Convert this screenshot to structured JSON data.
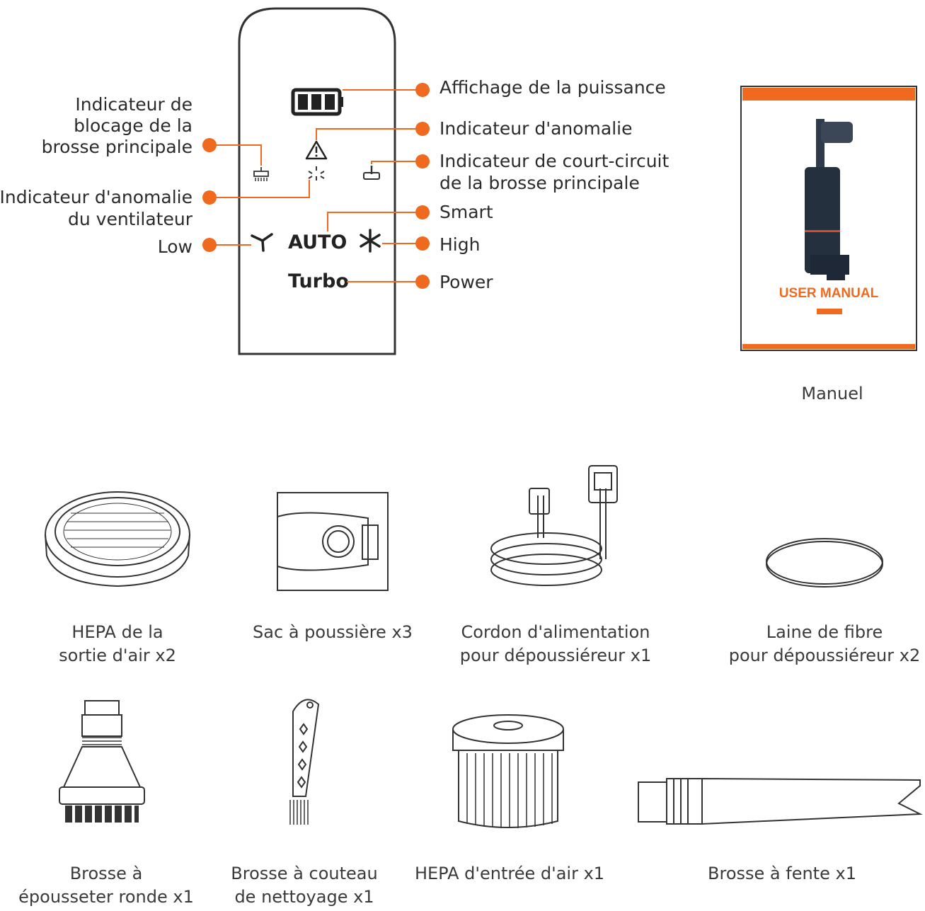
{
  "accent_color": "#ef6a1f",
  "control_panel": {
    "auto_text": "AUTO",
    "turbo_text": "Turbo",
    "callouts": {
      "power_display": "Affichage de la puissance",
      "anomaly": "Indicateur d'anomalie",
      "short_circuit_line1": "Indicateur de court-circuit",
      "short_circuit_line2": "de la brosse principale",
      "smart": "Smart",
      "high": "High",
      "power": "Power",
      "blockage_line1": "Indicateur de",
      "blockage_line2": "blocage de la",
      "blockage_line3": "brosse principale",
      "fan_anomaly_line1": "Indicateur d'anomalie",
      "fan_anomaly_line2": "du ventilateur",
      "low": "Low"
    }
  },
  "manual": {
    "cover_title": "USER MANUAL",
    "caption": "Manuel"
  },
  "accessories": [
    {
      "line1": "HEPA de la",
      "line2": "sortie d'air x2"
    },
    {
      "line1": "Sac à poussière x3",
      "line2": ""
    },
    {
      "line1": "Cordon d'alimentation",
      "line2": "pour dépoussiéreur x1"
    },
    {
      "line1": "Laine de fibre",
      "line2": "pour dépoussiéreur x2"
    },
    {
      "line1": "Brosse à",
      "line2": "épousseter ronde x1"
    },
    {
      "line1": "Brosse à couteau",
      "line2": "de nettoyage x1"
    },
    {
      "line1": "HEPA d'entrée d'air x1",
      "line2": ""
    },
    {
      "line1": "Brosse à fente x1",
      "line2": ""
    }
  ]
}
